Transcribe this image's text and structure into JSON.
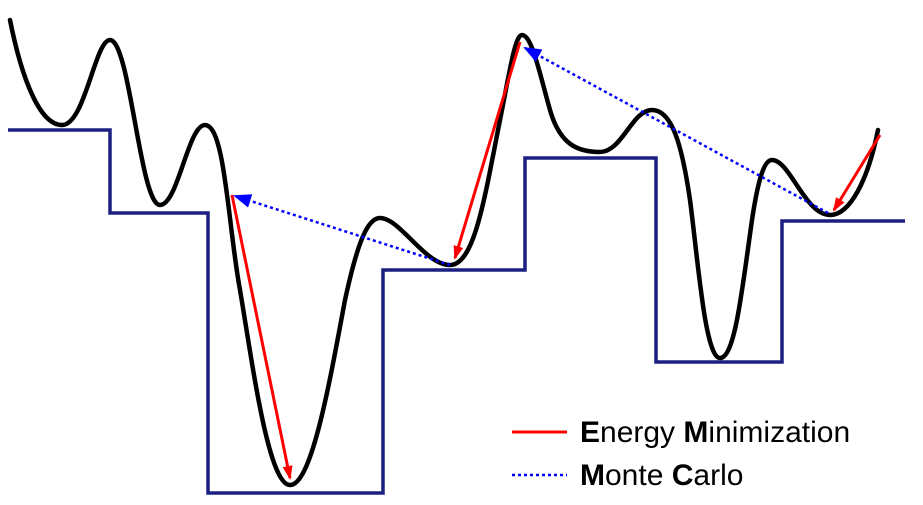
{
  "colors": {
    "background": "#ffffff",
    "energy_curve": "#000000",
    "basin_steps": "#1a1f80",
    "energy_minimization": "#ff0000",
    "monte_carlo": "#0000ff"
  },
  "legend": {
    "energy_minimization": {
      "initial_1": "E",
      "rest_1": "nergy ",
      "initial_2": "M",
      "rest_2": "inimization"
    },
    "monte_carlo": {
      "initial_1": "M",
      "rest_1": "onte ",
      "initial_2": "C",
      "rest_2": "arlo"
    }
  }
}
